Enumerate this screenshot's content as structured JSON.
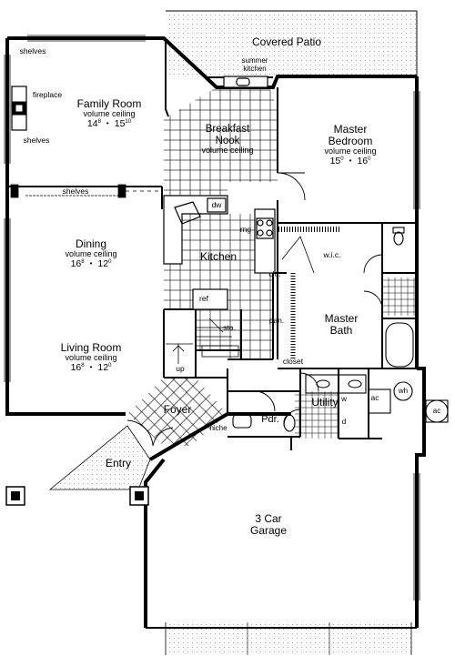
{
  "plan": {
    "covered_patio": "Covered Patio",
    "summer_kitchen": [
      "summer",
      "kitchen"
    ],
    "family_room": {
      "name": "Family Room",
      "ceiling": "volume ceiling",
      "w": "14",
      "w_sup": "8",
      "d": "15",
      "d_sup": "10"
    },
    "breakfast_nook": {
      "name": [
        "Breakfast",
        "Nook"
      ],
      "ceiling": "volume ceiling"
    },
    "master_bedroom": {
      "name": [
        "Master",
        "Bedroom"
      ],
      "ceiling": "volume ceiling",
      "w": "15",
      "w_sup": "0",
      "d": "16",
      "d_sup": "0"
    },
    "dining": {
      "name": "Dining",
      "ceiling": "volume ceiling",
      "w": "16",
      "w_sup": "8",
      "d": "12",
      "d_sup": "0"
    },
    "kitchen": "Kitchen",
    "living_room": {
      "name": "Living Room",
      "ceiling": "volume ceiling",
      "w": "16",
      "w_sup": "8",
      "d": "12",
      "d_sup": "0"
    },
    "master_bath": [
      "Master",
      "Bath"
    ],
    "foyer": "Foyer",
    "entry": "Entry",
    "garage": [
      "3 Car",
      "Garage"
    ],
    "utility": "Utility",
    "pdr": "Pdr.",
    "small_labels": {
      "shelves": "shelves",
      "fireplace": "fireplace",
      "dw": "dw",
      "rng": "rng",
      "ref": "ref",
      "clo": "clo.",
      "pan": "pan.",
      "sto": "sto.",
      "wic": "w.i.c.",
      "closet": "closet",
      "up": "up",
      "niche": "niche",
      "ac": "ac",
      "wh": "wh",
      "w": "w",
      "d": "d"
    }
  }
}
